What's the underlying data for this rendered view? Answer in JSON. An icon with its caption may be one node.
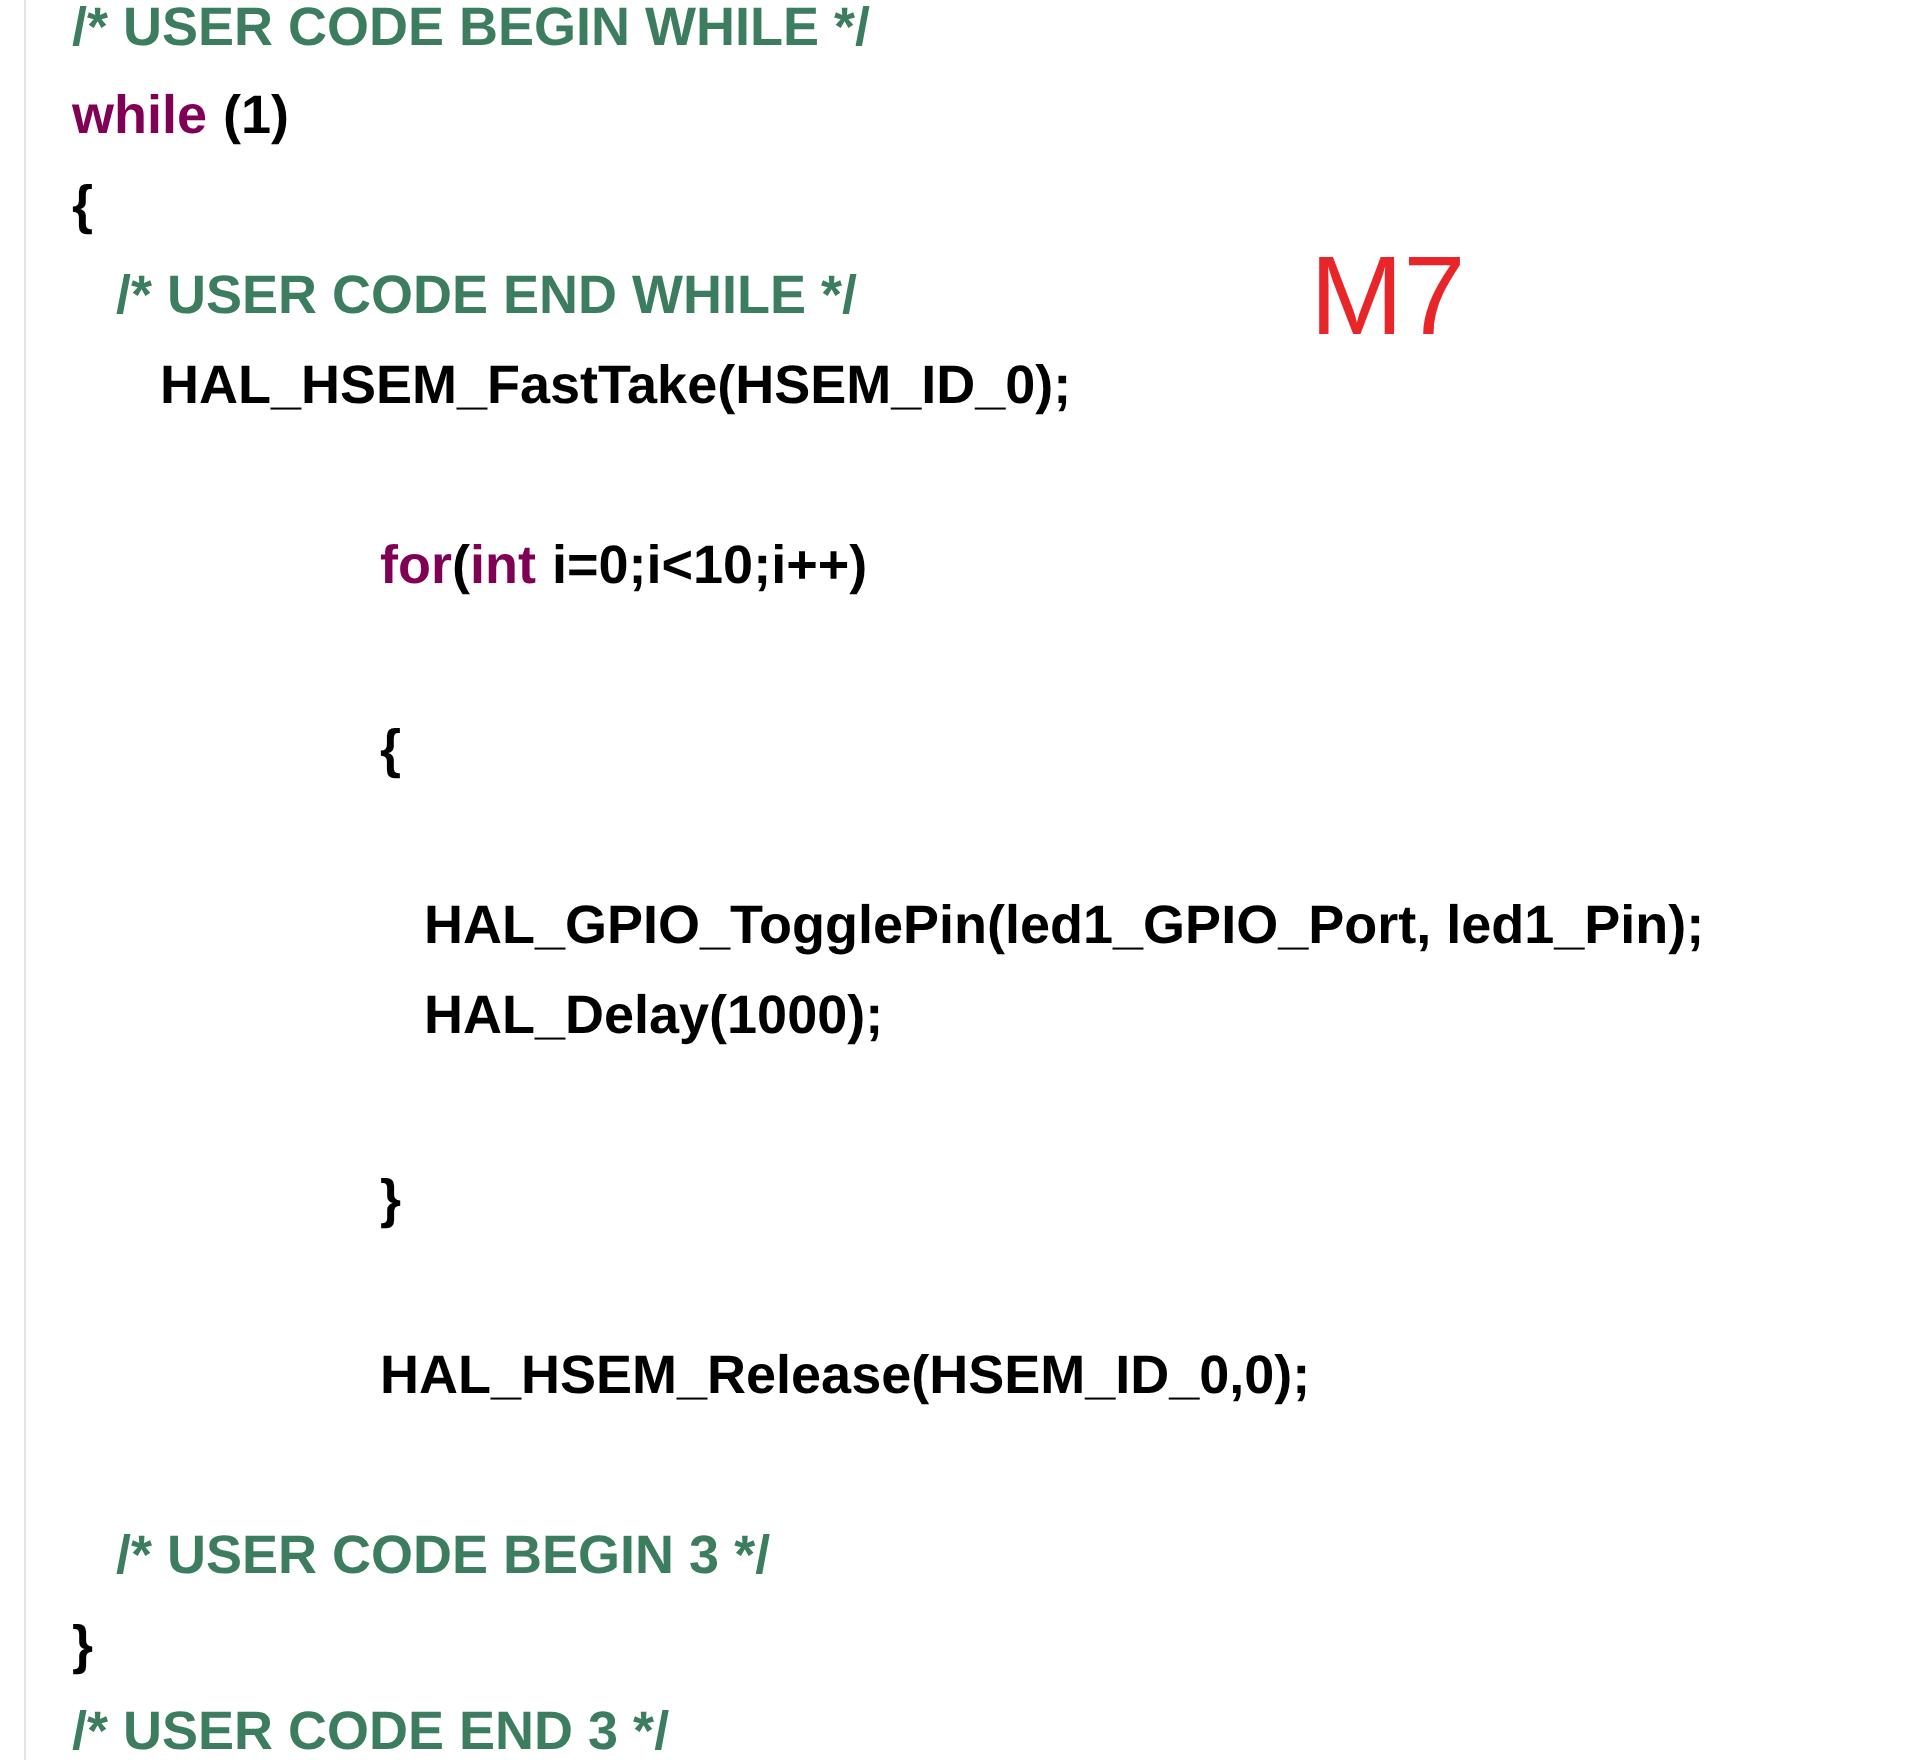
{
  "diagram": {
    "labels": [
      "/* USER CODE BEGIN WHILE */",
      "while",
      "(1)",
      "{",
      "/* USER CODE END WHILE */",
      "M7",
      "HAL_HSEM_FastTake(HSEM_ID_0);",
      "for",
      "(",
      "int",
      "i=0;i<10;i++)",
      "{",
      "HAL_GPIO_TogglePin(led1_GPIO_Port, led1_Pin);",
      "HAL_Delay(1000);",
      "}",
      "HAL_HSEM_Release(HSEM_ID_0,0);",
      "/* USER CODE BEGIN 3 */",
      "}",
      "/* USER CODE END 3 */"
    ]
  }
}
